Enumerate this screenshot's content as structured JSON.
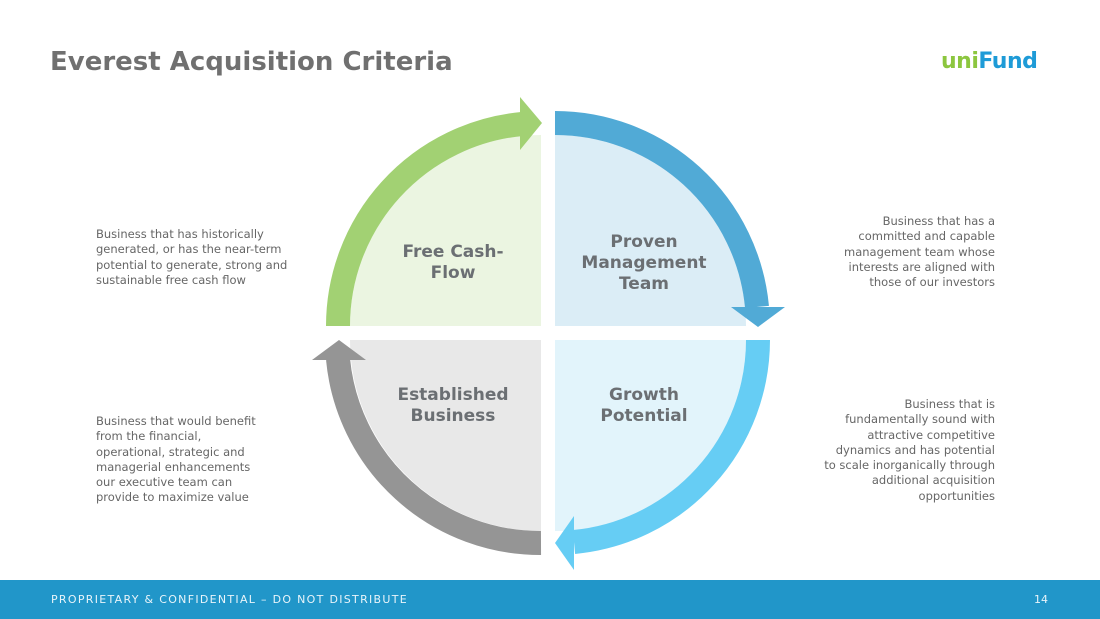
{
  "title": "Everest Acquisition Criteria",
  "logo": {
    "part1": "uni",
    "part2": "Fund",
    "text": "uniFund"
  },
  "quadrants": [
    {
      "label1": "Free Cash-",
      "label2": "Flow",
      "description": [
        "Business that has historically",
        "generated, or has the near-term",
        "potential to generate, strong and",
        "sustainable free cash flow"
      ],
      "arrow_color": "#a2d173",
      "fill_color": "#ebf5e1"
    },
    {
      "label1": "Proven",
      "label2": "Management",
      "label3": "Team",
      "description": [
        "Business that has a",
        "committed and capable",
        "management team whose",
        "interests are aligned with",
        "those of our investors"
      ],
      "arrow_color": "#51aad6",
      "fill_color": "#dbedf6"
    },
    {
      "label1": "Growth",
      "label2": "Potential",
      "description": [
        "Business that is",
        "fundamentally sound with",
        "attractive competitive",
        "dynamics and has potential",
        "to scale inorganically through",
        "additional acquisition",
        "opportunities"
      ],
      "arrow_color": "#66cdf4",
      "fill_color": "#e2f4fb"
    },
    {
      "label1": "Established",
      "label2": "Business",
      "description": [
        "Business that would benefit",
        "from the financial,",
        "operational, strategic and",
        "managerial enhancements",
        "our executive team can",
        "provide to maximize value"
      ],
      "arrow_color": "#959595",
      "fill_color": "#e8e8e8"
    }
  ],
  "footer": {
    "confidential": "PROPRIETARY & CONFIDENTIAL – DO NOT DISTRIBUTE",
    "page_number": "14",
    "color": "#2196c9"
  }
}
